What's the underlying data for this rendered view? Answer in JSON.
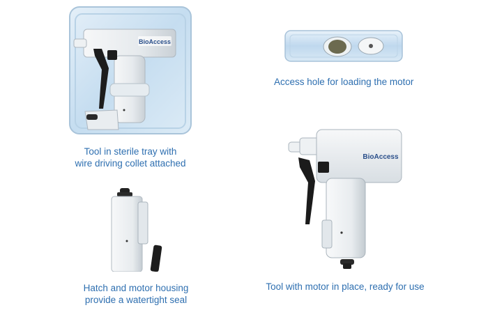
{
  "colors": {
    "caption": "#2e6fb0",
    "background": "#ffffff",
    "tray_tint": "#cfe3f3",
    "device_body": "#eef1f3",
    "collet_black": "#1d1d1d"
  },
  "brand": {
    "logo_text": "BioAccess"
  },
  "panels": [
    {
      "id": "sterile-tray",
      "icon": "device-in-sterile-tray-photo",
      "caption_lines": [
        "Tool in sterile tray with",
        "wire driving collet attached"
      ]
    },
    {
      "id": "access-hole",
      "icon": "tray-access-hole-photo",
      "caption_lines": [
        "Access hole for loading the motor"
      ]
    },
    {
      "id": "hatch-housing",
      "icon": "hatch-motor-housing-photo",
      "caption_lines": [
        "Hatch and motor housing",
        "provide a watertight seal"
      ]
    },
    {
      "id": "motor-in-place",
      "icon": "tool-with-motor-photo",
      "caption_lines": [
        "Tool with motor in place, ready for use"
      ]
    }
  ]
}
